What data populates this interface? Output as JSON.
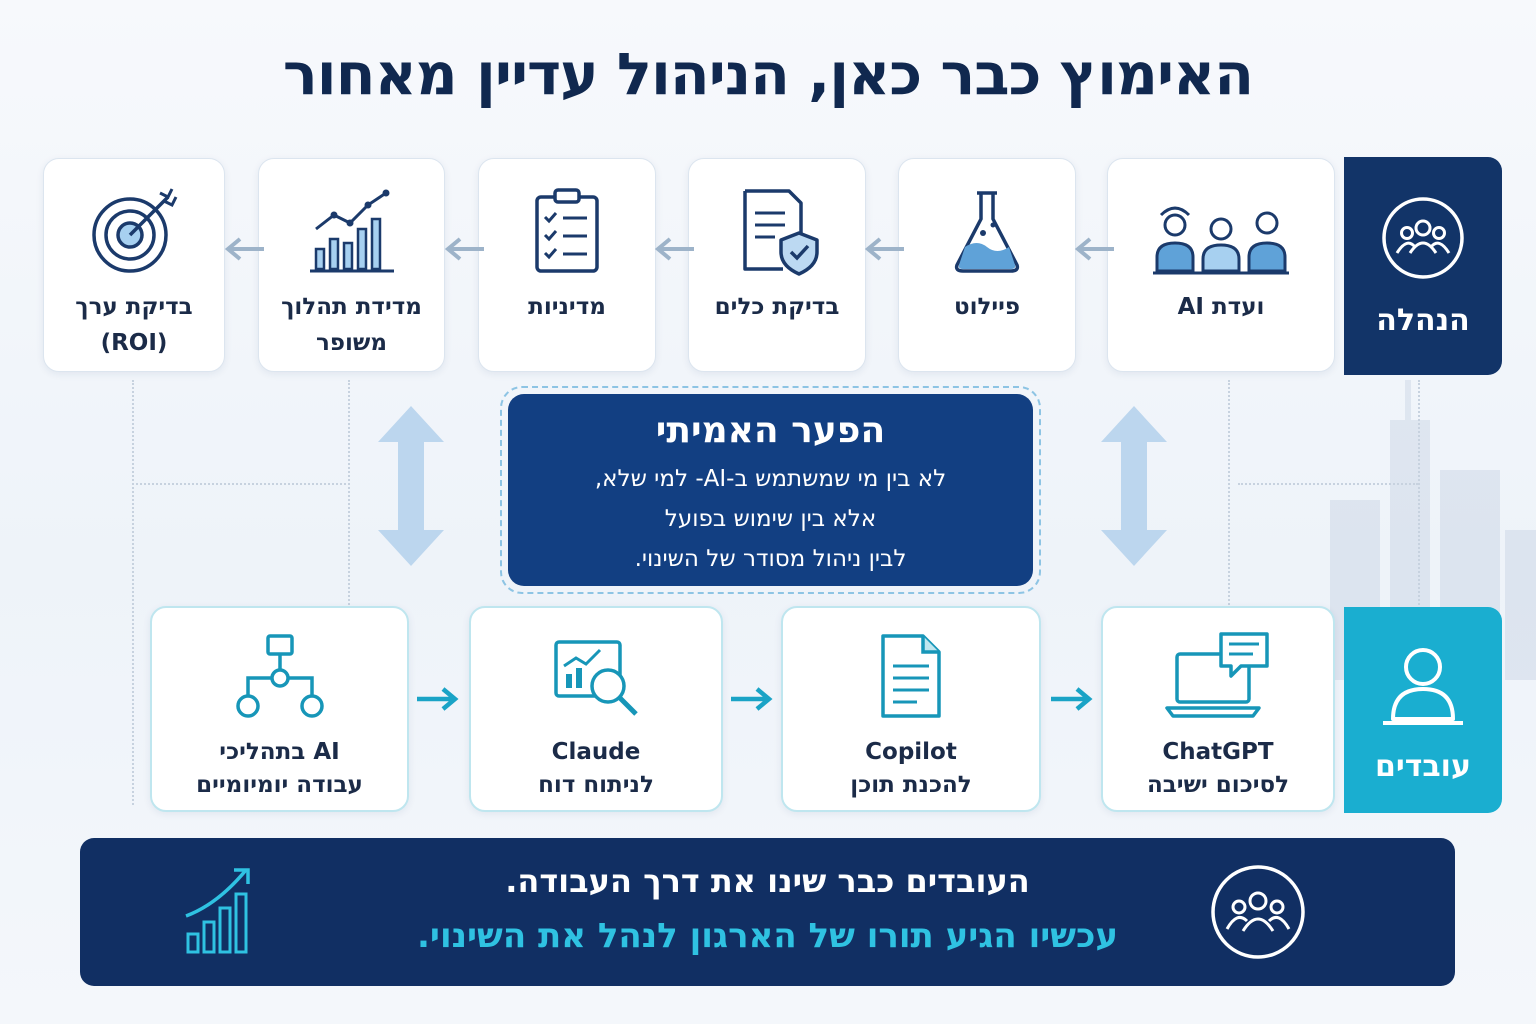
{
  "title": "האימוץ כבר כאן, הניהול עדיין מאחור",
  "roles": {
    "management": {
      "label": "הנהלה",
      "icon": "team-icon"
    },
    "employees": {
      "label": "עובדים",
      "icon": "user-icon"
    }
  },
  "management_steps": [
    {
      "line1": "ועדת AI",
      "line2": "",
      "icon": "committee-icon"
    },
    {
      "line1": "פיילוט",
      "line2": "",
      "icon": "flask-icon"
    },
    {
      "line1": "בדיקת כלים",
      "line2": "",
      "icon": "document-shield-icon"
    },
    {
      "line1": "מדיניות",
      "line2": "",
      "icon": "checklist-icon"
    },
    {
      "line1": "מדידת תהלוך",
      "line2": "משופר",
      "icon": "growth-chart-icon"
    },
    {
      "line1": "בדיקת ערך",
      "line2": "(ROI)",
      "icon": "target-icon"
    }
  ],
  "gap": {
    "title": "הפער האמיתי",
    "line1": "לא בין מי שמשתמש ב-AI- למי שלא,",
    "line2": "אלא בין שימוש בפועל",
    "line3": "לבין ניהול מסודר של השינוי."
  },
  "employee_steps": [
    {
      "line1": "ChatGPT",
      "line2": "לסיכום ישיבה",
      "icon": "laptop-chat-icon"
    },
    {
      "line1": "Copilot",
      "line2": "להכנת תוכן",
      "icon": "document-icon"
    },
    {
      "line1": "Claude",
      "line2": "לניתוח דוח",
      "icon": "chart-magnifier-icon"
    },
    {
      "line1": "AI בתהליכי",
      "line2": "עבודה יומיומיים",
      "icon": "flowchart-icon"
    }
  ],
  "banner": {
    "line1": "העובדים כבר שינו את דרך העבודה.",
    "line2": "עכשיו הגיע תורו של הארגון לנהל את השינוי.",
    "icon_right": "team-circle-icon",
    "icon_left": "rising-chart-icon"
  },
  "colors": {
    "navy": "#123468",
    "teal": "#1aaed0",
    "gap_box": "#123f82",
    "highlight": "#2fc2e2"
  }
}
